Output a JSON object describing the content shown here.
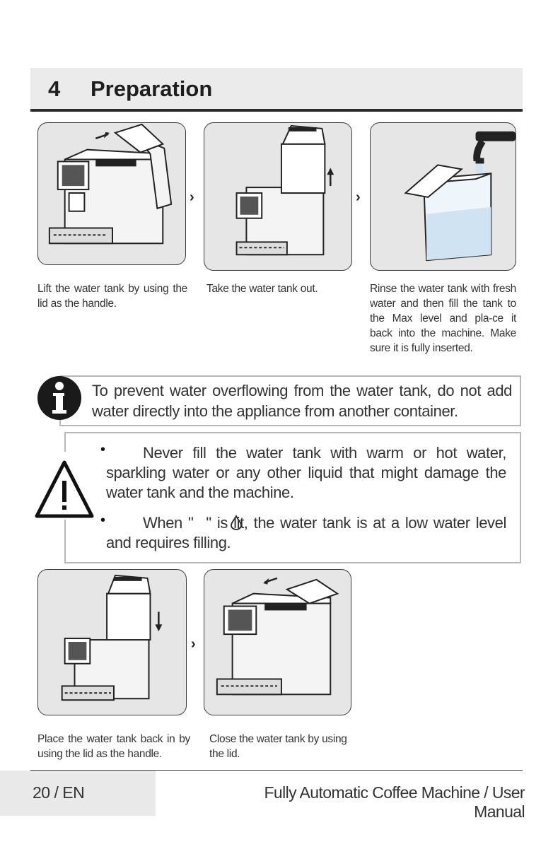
{
  "section": {
    "number": "4",
    "title": "Preparation"
  },
  "steps_top": [
    {
      "caption": "Lift the water tank by using the lid as the handle."
    },
    {
      "caption": "Take the water tank out."
    },
    {
      "caption": "Rinse the water tank with fresh water and then fill the tank to the Max level and pla-ce it back into the machine. Make sure it is fully inserted."
    }
  ],
  "info": {
    "icon": "info-icon",
    "text": "To prevent water overflowing from the water tank, do not add water directly into the appliance from another container."
  },
  "warning": {
    "icon": "warning-icon",
    "bullet1": "Never fill the water tank with warm or hot water, sparkling water or any other liquid that might damage the water tank and the machine.",
    "bullet2_pre": "When \"",
    "bullet2_post": "\" is lit, the water tank is at a low water level and requires filling.",
    "bullet_char": "•"
  },
  "steps_bottom": [
    {
      "caption": "Place the water tank back in by using the lid as the handle."
    },
    {
      "caption": "Close the water tank by using the lid."
    }
  ],
  "step_arrow": "›",
  "footer": {
    "page": "20 / EN",
    "title": "Fully Automatic Coffee Machine / User Manual"
  }
}
